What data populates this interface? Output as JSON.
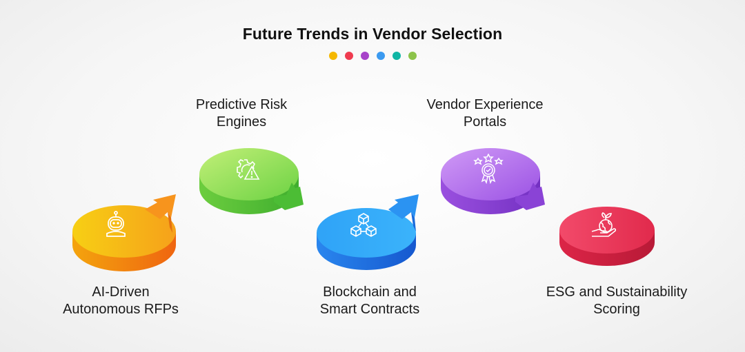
{
  "title": "Future Trends in Vendor Selection",
  "dots": [
    "#f5b800",
    "#ef3b4f",
    "#a743c9",
    "#3b9af0",
    "#10b5a4",
    "#8cc34a"
  ],
  "steps": [
    {
      "label_line1": "AI-Driven",
      "label_line2": "Autonomous RFPs",
      "icon": "robot-icon",
      "top": "#f6c313",
      "top2": "#f7a21a",
      "side": "#f28c0f",
      "side2": "#f06a10"
    },
    {
      "label_line1": "Predictive Risk",
      "label_line2": "Engines",
      "icon": "gear-warning-icon",
      "top": "#b5ec6d",
      "top2": "#7fd94a",
      "side": "#5ec63a",
      "side2": "#3fae2e"
    },
    {
      "label_line1": "Blockchain and",
      "label_line2": "Smart Contracts",
      "icon": "blocks-icon",
      "top": "#38b6fb",
      "top2": "#2b8ef5",
      "side": "#1f7ceb",
      "side2": "#1760d6"
    },
    {
      "label_line1": "Vendor Experience",
      "label_line2": "Portals",
      "icon": "award-badge-icon",
      "top": "#c98cf4",
      "top2": "#a45fe8",
      "side": "#9248dc",
      "side2": "#7a33c7"
    },
    {
      "label_line1": "ESG and Sustainability",
      "label_line2": "Scoring",
      "icon": "hand-globe-plant-icon",
      "top": "#f24868",
      "top2": "#e52b4d",
      "side": "#d92244",
      "side2": "#bb1a38"
    }
  ]
}
